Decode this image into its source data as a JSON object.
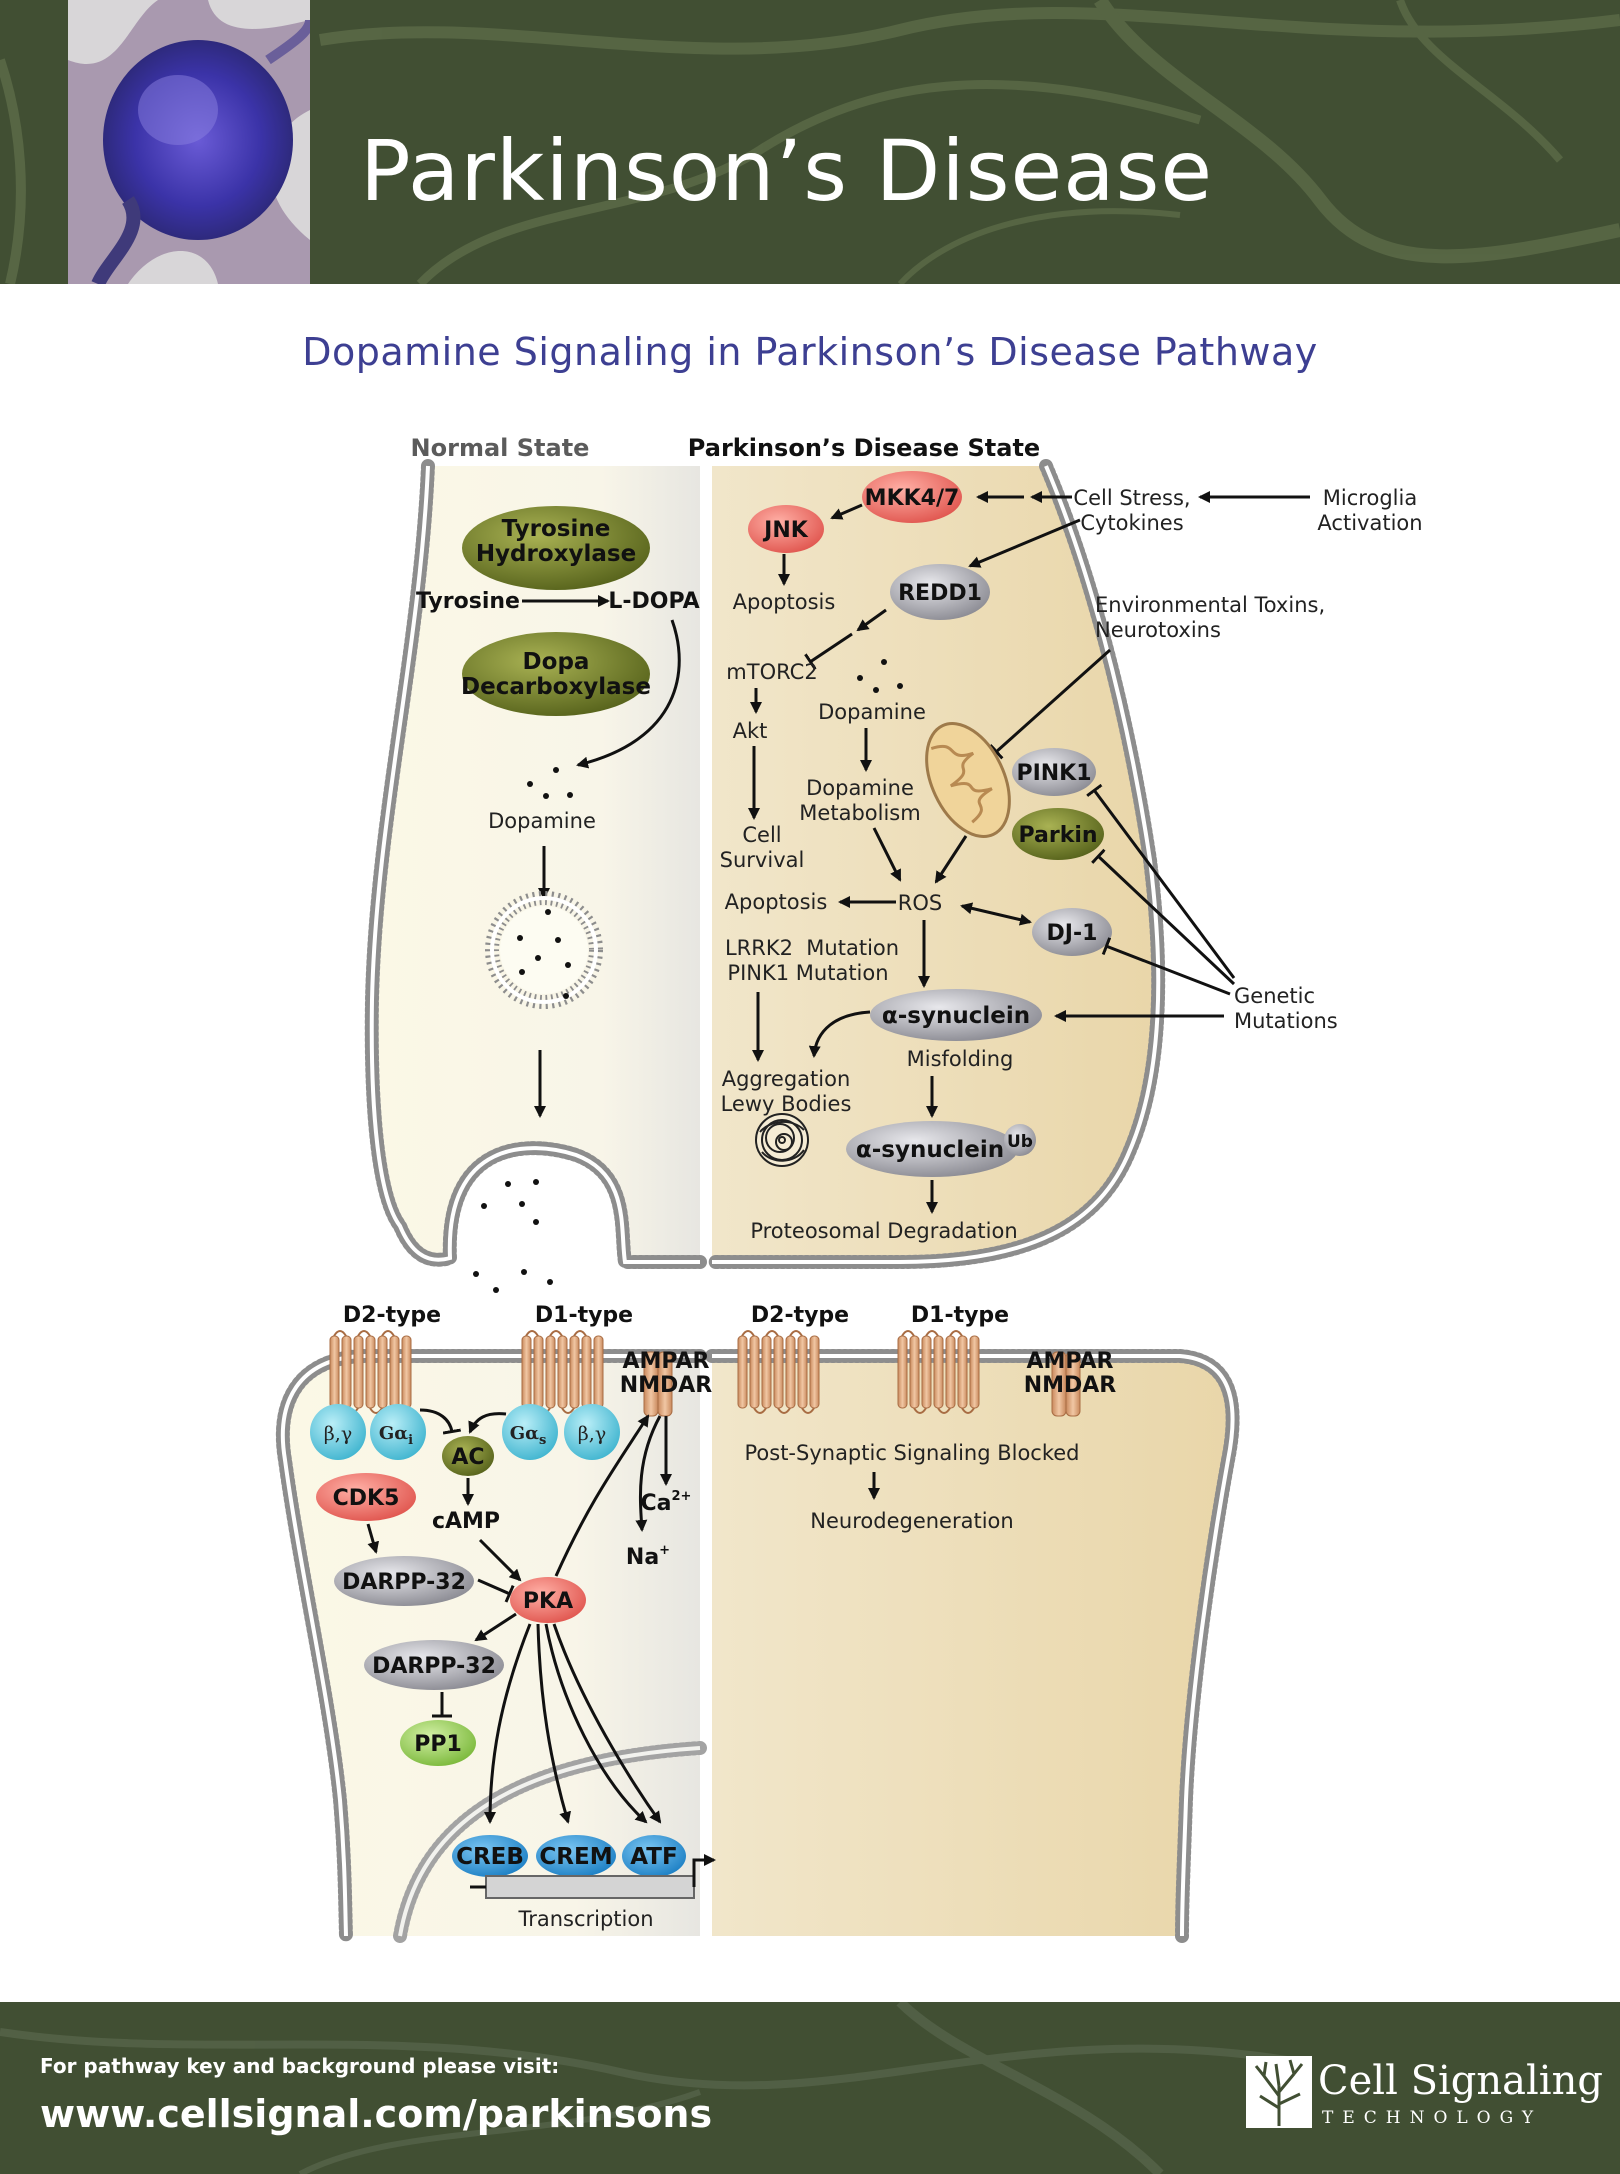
{
  "header": {
    "title": "Parkinson’s Disease"
  },
  "subtitle": "Dopamine Signaling in Parkinson’s Disease Pathway",
  "panels": {
    "normal_title": "Normal State",
    "pd_title": "Parkinson’s Disease State"
  },
  "normal": {
    "tyrosine_hydroxylase": [
      "Tyrosine",
      "Hydroxylase"
    ],
    "tyrosine": "Tyrosine",
    "l_dopa": "L-DOPA",
    "dopa_decarboxylase": [
      "Dopa",
      "Decarboxylase"
    ],
    "dopamine": "Dopamine",
    "d2_type": "D2-type",
    "d1_type": "D1-type",
    "beta_gamma": "β,γ",
    "g_alpha_i": "Gα",
    "g_alpha_i_sub": "i",
    "g_alpha_s": "Gα",
    "g_alpha_s_sub": "s",
    "ac": "AC",
    "camp": "cAMP",
    "cdk5": "CDK5",
    "darpp32": "DARPP-32",
    "pka": "PKA",
    "pp1": "PP1",
    "ampar": "AMPAR",
    "nmdar": "NMDAR",
    "ca": "Ca",
    "ca_sup": "2+",
    "na": "Na",
    "na_sup": "+",
    "creb": "CREB",
    "crem": "CREM",
    "atf": "ATF",
    "transcription": "Transcription"
  },
  "pd": {
    "mkk47": "MKK4/7",
    "jnk": "JNK",
    "cell_stress": [
      "Cell Stress,",
      "Cytokines"
    ],
    "microglia": [
      "Microglia",
      "Activation"
    ],
    "apoptosis": "Apoptosis",
    "redd1": "REDD1",
    "env_toxins": [
      "Environmental Toxins,",
      "Neurotoxins"
    ],
    "mtorc2": "mTORC2",
    "akt": "Akt",
    "cell_survival": [
      "Cell",
      "Survival"
    ],
    "dopamine": "Dopamine",
    "dopamine_metabolism": [
      "Dopamine",
      "Metabolism"
    ],
    "pink1": "PINK1",
    "parkin": "Parkin",
    "ros": "ROS",
    "dj1": "DJ-1",
    "lrrk2": [
      "LRRK2  Mutation",
      "PINK1 Mutation"
    ],
    "genetic_mutations": [
      "Genetic",
      "Mutations"
    ],
    "alpha_synuclein": "α-synuclein",
    "misfolding": "Misfolding",
    "aggregation": [
      "Aggregation",
      "Lewy Bodies"
    ],
    "ub": "Ub",
    "proteosomal": "Proteosomal Degradation",
    "d2_type": "D2-type",
    "d1_type": "D1-type",
    "ampar": "AMPAR",
    "nmdar": "NMDAR",
    "blocked": "Post-Synaptic Signaling Blocked",
    "neurodegeneration": "Neurodegeneration"
  },
  "footer": {
    "visit": "For pathway key and background please visit:",
    "url": "www.cellsignal.com/parkinsons",
    "company": "Cell Signaling",
    "technology": "TECHNOLOGY"
  },
  "colors": {
    "header_bg": "#414f33",
    "olive": "#6b7a28",
    "salmon": "#e8766f",
    "gray": "#9a9aa0",
    "cyan": "#5cc4d9",
    "blue": "#2b86c9",
    "green": "#8cc34a",
    "pd_bg": "#ebd9b0",
    "normal_bg": "#f9f7ea",
    "title_blue": "#3d3f92"
  }
}
